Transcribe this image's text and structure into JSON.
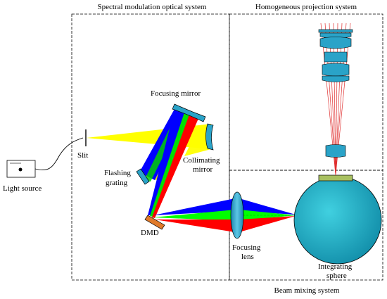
{
  "titles": {
    "spectral": "Spectral modulation optical system",
    "homogeneous": "Homogeneous projection system",
    "beam_mixing": "Beam mixing system"
  },
  "labels": {
    "light_source": "Light source",
    "slit": "Slit",
    "focusing_mirror": "Focusing mirror",
    "collimating_1": "Collimating",
    "collimating_2": "mirror",
    "flashing_1": "Flashing",
    "flashing_2": "grating",
    "dmd": "DMD",
    "focusing_lens_1": "Focusing",
    "focusing_lens_2": "lens",
    "integrating_1": "Integrating",
    "integrating_2": "sphere"
  },
  "colors": {
    "beam_yellow": "#ffff00",
    "beam_blue": "#0000ff",
    "beam_green": "#00ff00",
    "beam_red": "#ff0000",
    "optic_fill": "#2aa3c8",
    "sphere_fill": "#1a9fb8",
    "sphere_cap": "#a8c060",
    "dmd_fill": "#e07a2a",
    "ray_red": "#e03030"
  }
}
